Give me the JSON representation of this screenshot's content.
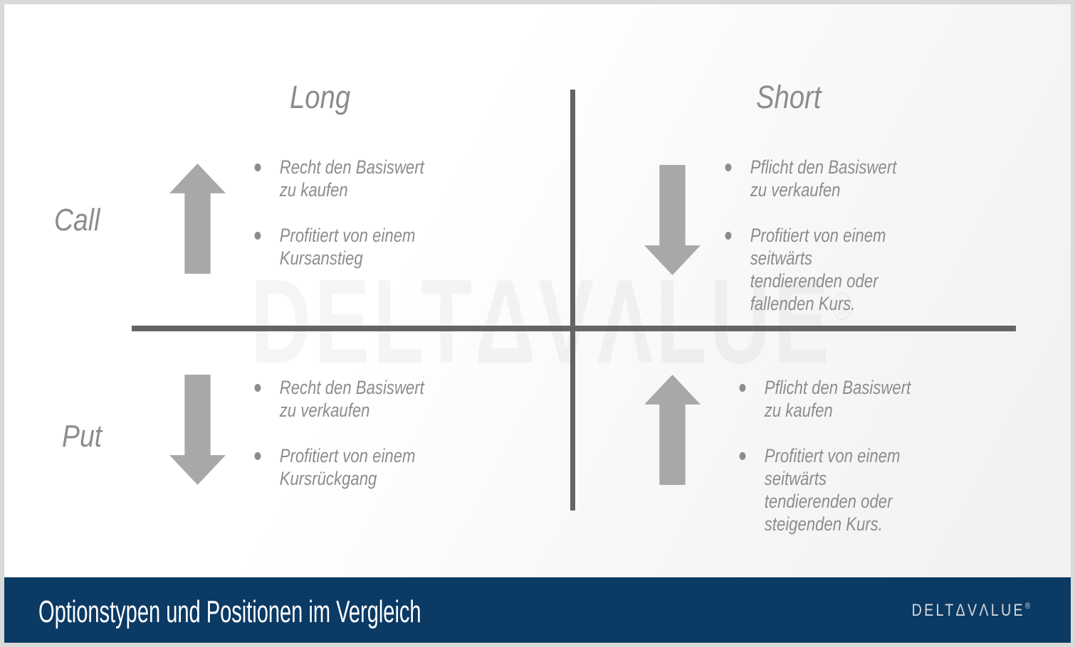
{
  "slide": {
    "watermark": {
      "text": "DELTΔVΛLUE",
      "registered": "®"
    },
    "matrix": {
      "column_headers": {
        "long": "Long",
        "short": "Short"
      },
      "row_headers": {
        "call": "Call",
        "put": "Put"
      },
      "cells": {
        "call_long": {
          "arrow": "up",
          "bullet_1": "Recht den Basiswert zu kaufen",
          "bullet_2": "Profitiert von einem Kursanstieg"
        },
        "call_short": {
          "arrow": "down",
          "bullet_1": "Pflicht den Basiswert zu verkaufen",
          "bullet_2": "Profitiert von einem seitwärts tendierenden oder fallenden Kurs."
        },
        "put_long": {
          "arrow": "down",
          "bullet_1": "Recht den Basiswert zu verkaufen",
          "bullet_2": "Profitiert von einem Kursrückgang"
        },
        "put_short": {
          "arrow": "up",
          "bullet_1": "Pflicht den Basiswert zu kaufen",
          "bullet_2": "Profitiert von einem seitwärts tendierenden oder steigenden Kurs."
        }
      }
    },
    "footer": {
      "title": "Optionstypen und Positionen im Vergleich",
      "logo": {
        "prefix": "DELT",
        "delta": "Δ",
        "suffix": "VΛLUE",
        "registered": "®"
      }
    },
    "colors": {
      "accent_navy": "#0b3a64",
      "axis_gray": "#646464",
      "arrow_gray": "#a8a8a8",
      "text_gray": "#8c8c8c",
      "border_gray": "#d9d9d9",
      "footer_text": "#ffffff"
    }
  }
}
